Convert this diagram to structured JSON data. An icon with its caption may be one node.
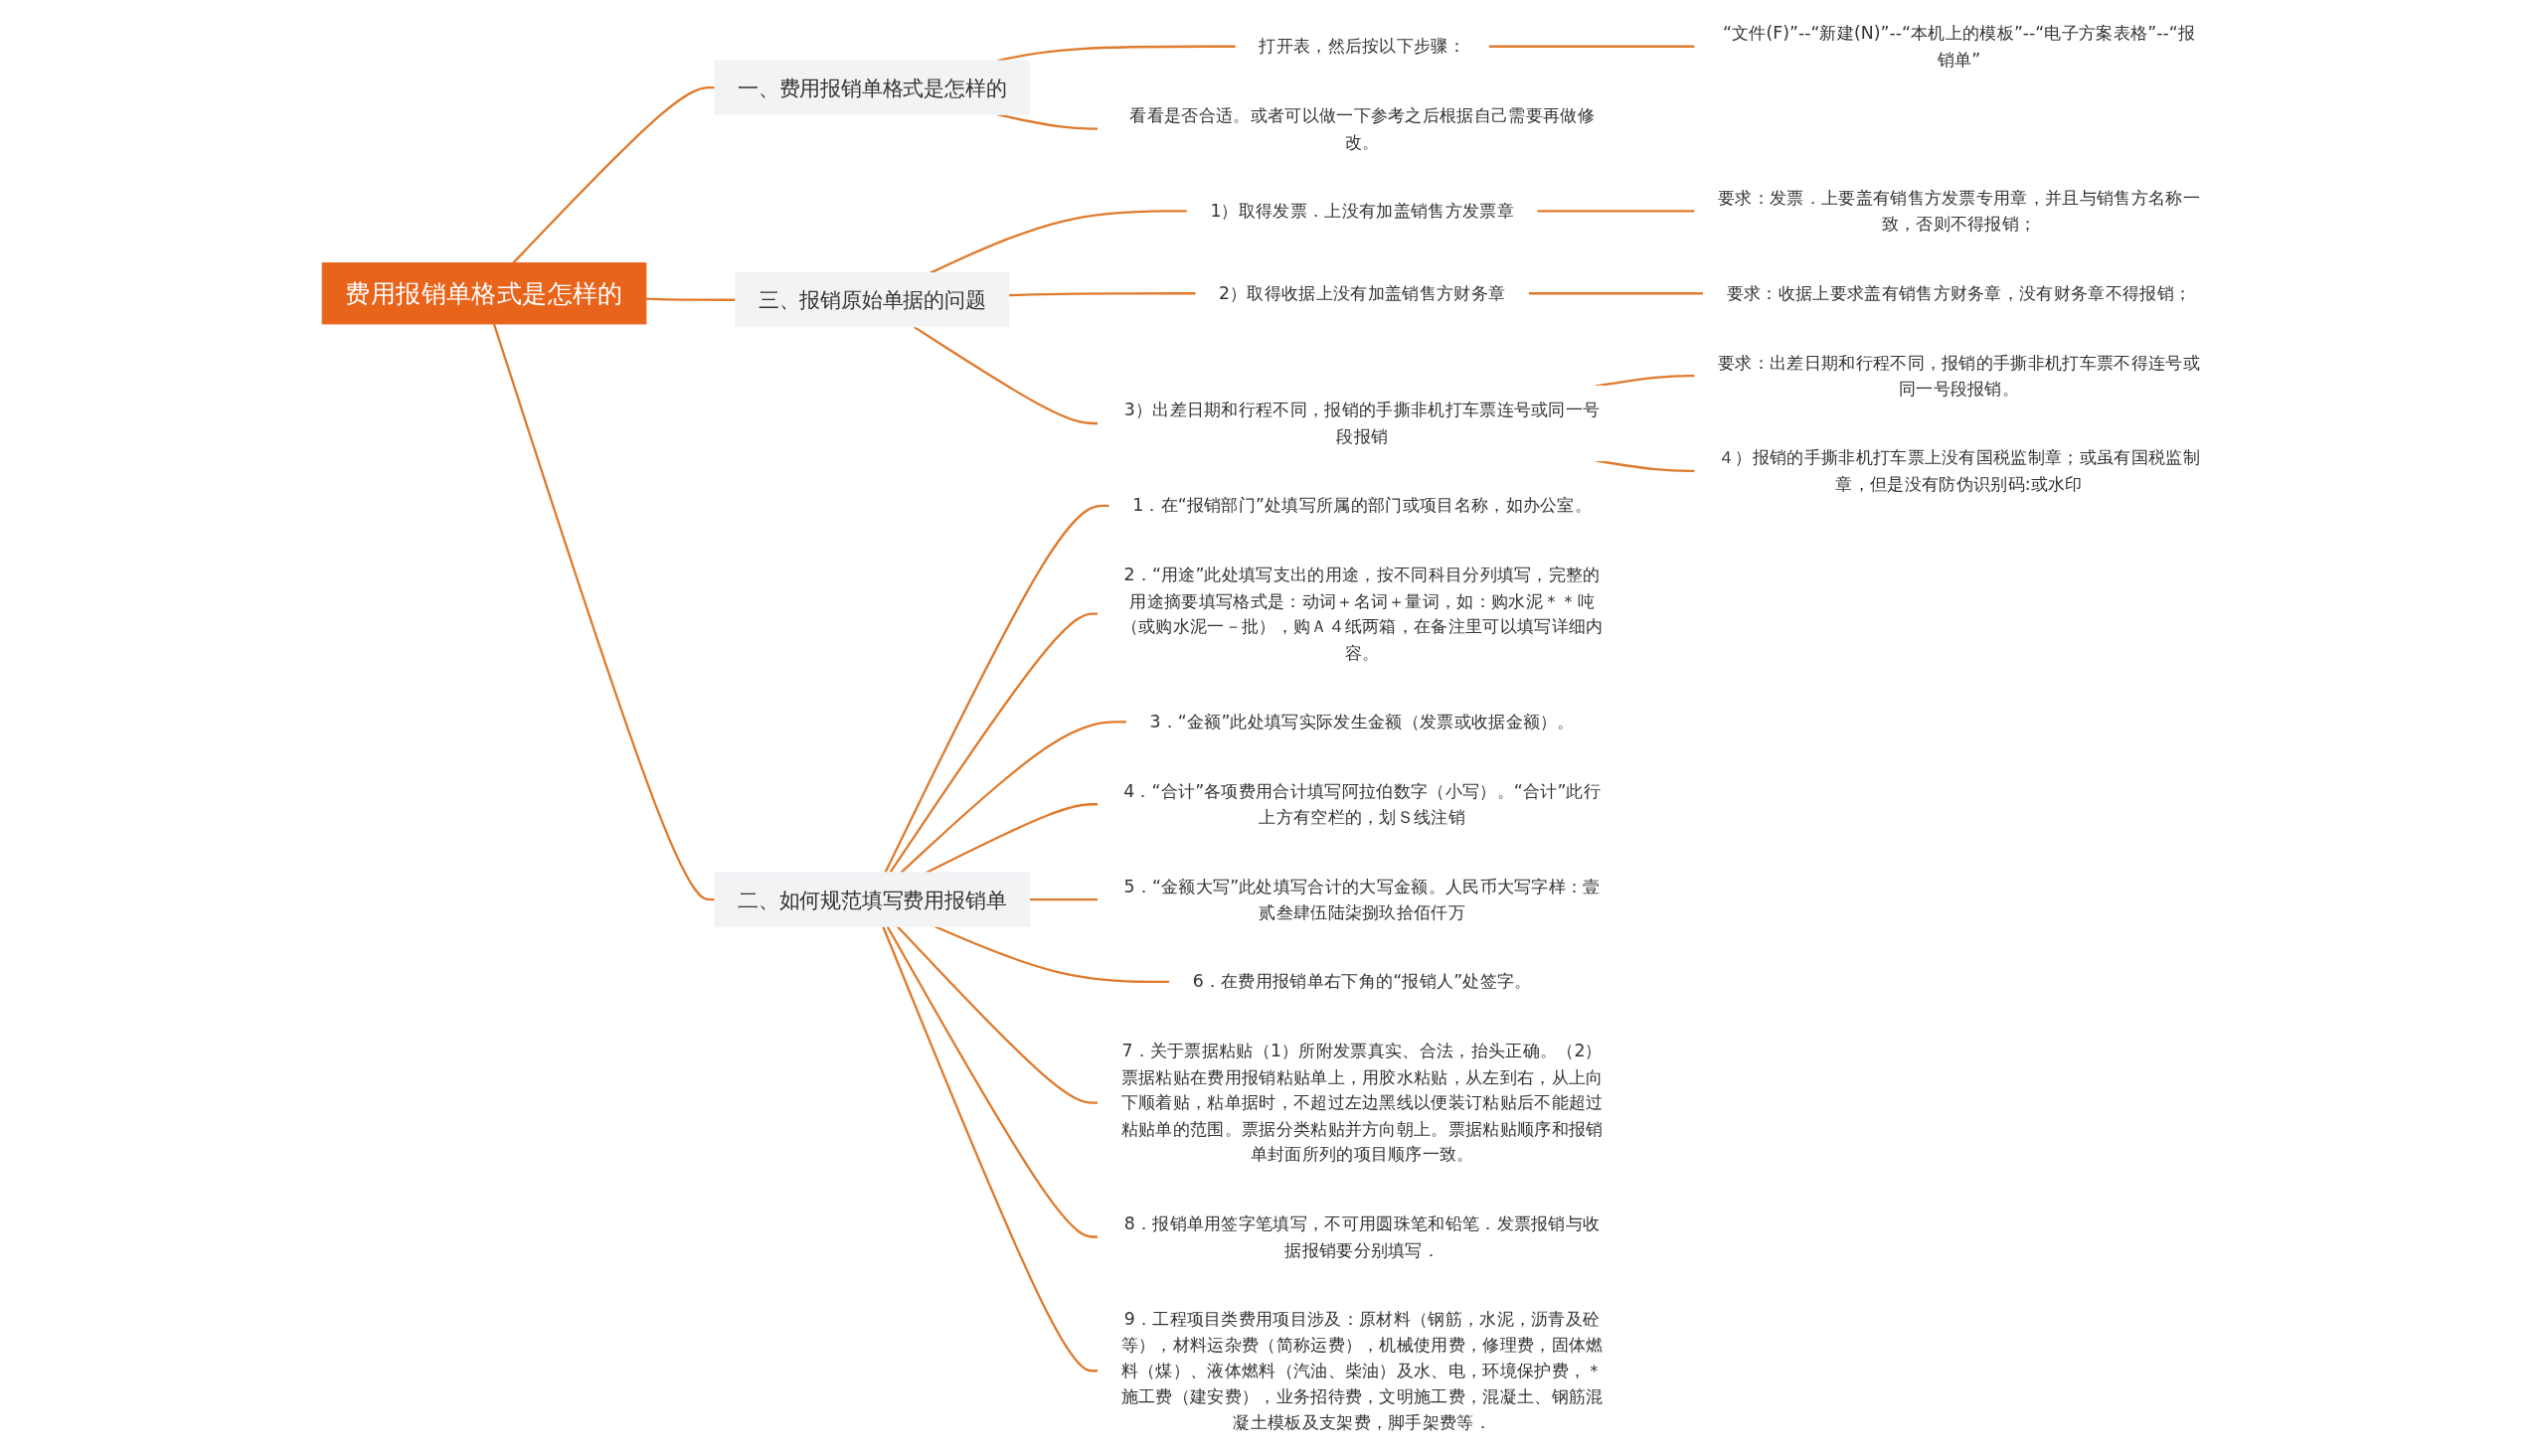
{
  "diagram": {
    "nodes": [
      {
        "text": [
          "费用报销单格式是怎样的"
        ]
      },
      {
        "text": [
          "一、费用报销单格式是怎样的"
        ]
      },
      {
        "text": [
          "打开表，然后按以下步骤："
        ]
      },
      {
        "text": [
          "“文件(F)”--“新建(N)”--“本机上的模板”--“电子方案表格”--“报销单”"
        ]
      },
      {
        "text": [
          "看看是否合适。或者可以做一下参考之后根据自己需要再做修改。"
        ]
      },
      {
        "text": [
          "三、报销原始单据的问题"
        ]
      },
      {
        "text": [
          "1）取得发票．上没有加盖销售方发票章"
        ]
      },
      {
        "text": [
          "要求：发票．上要盖有销售方发票专用章，并且与销售方名称一致，否则不得报销；"
        ]
      },
      {
        "text": [
          "2）取得收据上没有加盖销售方财务章"
        ]
      },
      {
        "text": [
          "要求：收据上要求盖有销售方财务章，没有财务章不得报销；"
        ]
      },
      {
        "text": [
          "3）出差日期和行程不同，报销的手撕非机打车票连号或同一号段报销"
        ]
      },
      {
        "text": [
          "要求：出差日期和行程不同，报销的手撕非机打车票不得连号或同一号段报销。"
        ]
      },
      {
        "text": [
          "４）报销的手撕非机打车票上没有国税监制章；或虽有国税监制章，但是没有防伪识别码:或水印"
        ]
      },
      {
        "text": [
          "二、如何规范填写费用报销单"
        ]
      },
      {
        "text": [
          "1．在“报销部门”处填写所属的部门或项目名称，如办公室。"
        ]
      },
      {
        "text": [
          "2．“用途”此处填写支出的用途，按不同科目分列填写，完整的用途摘要填写格式是：动词＋名词＋量词，如：购水泥＊＊吨（或购水泥一－批），购Ａ４纸两箱，在备注里可以填写详细内容。"
        ]
      },
      {
        "text": [
          "3．“金额”此处填写实际发生金额（发票或收据金额）。"
        ]
      },
      {
        "text": [
          "4．“合计”各项费用合计填写阿拉伯数字（小写）。“合计”此行上方有空栏的，划Ｓ线注销"
        ]
      },
      {
        "text": [
          "5．“金额大写”此处填写合计的大写金额。人民币大写字样：壹贰叁肆伍陆柒捌玖拾佰仟万"
        ]
      },
      {
        "text": [
          "6．在费用报销单右下角的“报销人”处签字。"
        ]
      },
      {
        "text": [
          "7．关于票据粘贴（1）所附发票真实、合法，抬头正确。（2）票据粘贴在费用报销粘贴单上，用胶水粘贴，从左到右，从上向下顺着贴，粘单据时，不超过左边黑线以便装订粘贴后不能超过粘贴单的范围。票据分类粘贴并方向朝上。票据粘贴顺序和报销单封面所列的项目顺序一致。"
        ]
      },
      {
        "text": [
          "8．报销单用签字笔填写，不可用圆珠笔和铅笔．发票报销与收据报销要分别填写．"
        ]
      },
      {
        "text": [
          "9．工程项目类费用项目涉及：原材料（钢筋，水泥，沥青及砼等），材料运杂费（简称运费），机械使用费，修理费，固体燃料（煤）、液体燃料（汽油、柴油）及水、电，环境保护费，＊施工费（建安费），业务招待费，文明施工费，混凝土、钢筋混凝土模板及支架费，脚手架费等．"
        ]
      }
    ],
    "edges": [
      {
        "from": 0,
        "to": 1,
        "arrow": "none"
      },
      {
        "from": 1,
        "to": 2,
        "arrow": "none"
      },
      {
        "from": 2,
        "to": 3,
        "arrow": "none"
      },
      {
        "from": 1,
        "to": 4,
        "arrow": "none"
      },
      {
        "from": 0,
        "to": 5,
        "arrow": "none"
      },
      {
        "from": 5,
        "to": 6,
        "arrow": "none"
      },
      {
        "from": 6,
        "to": 7,
        "arrow": "none"
      },
      {
        "from": 5,
        "to": 8,
        "arrow": "none"
      },
      {
        "from": 8,
        "to": 9,
        "arrow": "none"
      },
      {
        "from": 5,
        "to": 10,
        "arrow": "none"
      },
      {
        "from": 10,
        "to": 11,
        "arrow": "none"
      },
      {
        "from": 10,
        "to": 12,
        "arrow": "none"
      },
      {
        "from": 0,
        "to": 13,
        "arrow": "none"
      },
      {
        "from": 13,
        "to": 14,
        "arrow": "none"
      },
      {
        "from": 13,
        "to": 15,
        "arrow": "none"
      },
      {
        "from": 13,
        "to": 16,
        "arrow": "none"
      },
      {
        "from": 13,
        "to": 17,
        "arrow": "none"
      },
      {
        "from": 13,
        "to": 18,
        "arrow": "none"
      },
      {
        "from": 13,
        "to": 19,
        "arrow": "none"
      },
      {
        "from": 13,
        "to": 20,
        "arrow": "none"
      },
      {
        "from": 13,
        "to": 21,
        "arrow": "none"
      },
      {
        "from": 13,
        "to": 22,
        "arrow": "none"
      }
    ]
  }
}
